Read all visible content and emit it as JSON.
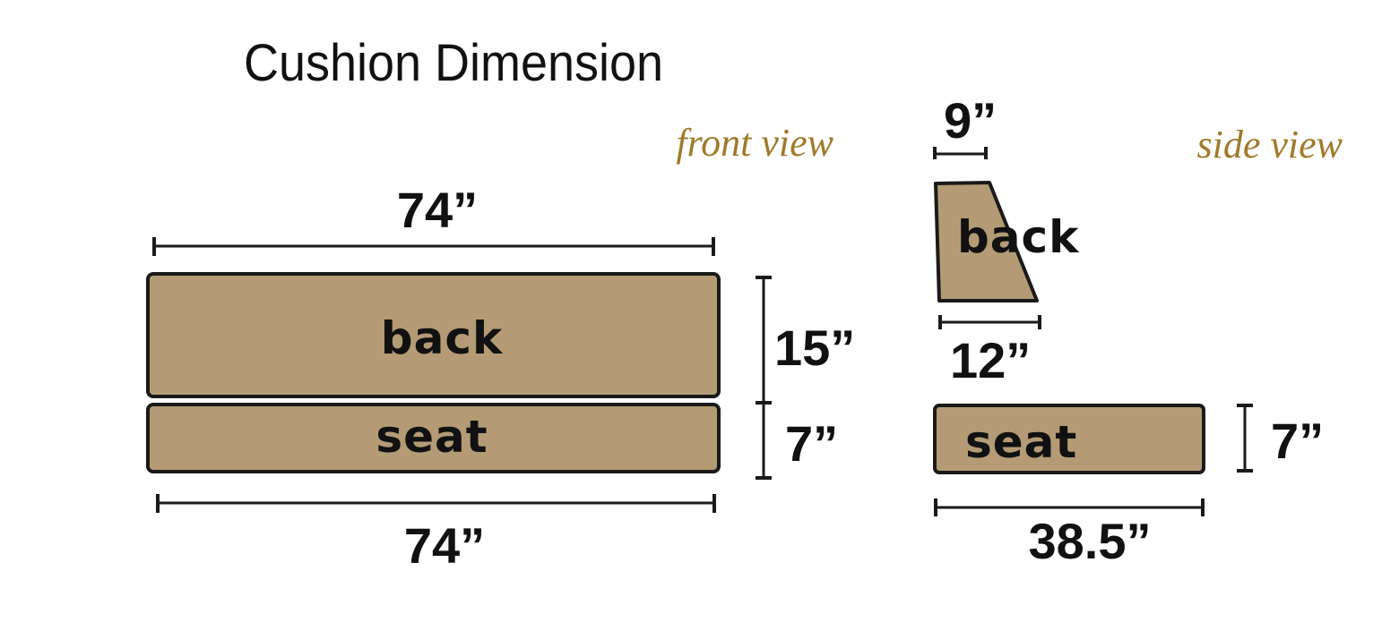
{
  "title": "Cushion Dimension",
  "front_view": {
    "label": "front view",
    "back_label": "back",
    "seat_label": "seat",
    "top_width": "74”",
    "bottom_width": "74”",
    "back_height": "15”",
    "seat_height": "7”"
  },
  "side_view": {
    "label": "side view",
    "back_label": "back",
    "seat_label": "seat",
    "back_top_depth": "9”",
    "back_bottom_depth": "12”",
    "seat_height": "7”",
    "seat_depth": "38.5”"
  },
  "colors": {
    "cushion_fill": "#b49b75",
    "outline": "#1a1a1a",
    "view_label": "#a07a2c"
  }
}
